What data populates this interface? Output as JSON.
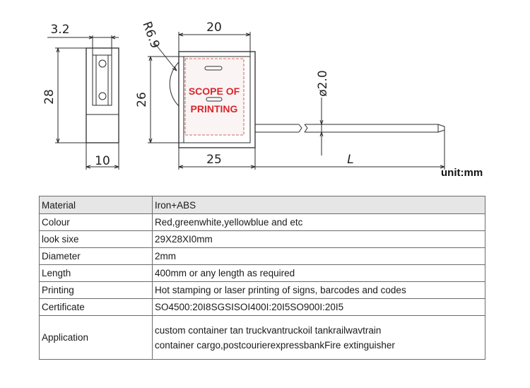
{
  "drawing": {
    "dims": {
      "pin_width": "3.2",
      "radius": "R6.9",
      "top_width": "20",
      "height_left": "28",
      "height_front": "26",
      "diameter": "ø2.0",
      "depth": "10",
      "body_width": "25",
      "length": "L"
    },
    "scope_line1": "SCOPE OF",
    "scope_line2": "PRINTING",
    "unit": "unit:mm",
    "colors": {
      "scope_text": "#d8262c",
      "scope_border": "#c0392b",
      "line": "#2b2b2b"
    }
  },
  "table": {
    "rows": [
      {
        "label": "Material",
        "value": "Iron+ABS"
      },
      {
        "label": "Colour",
        "value": "Red,greenwhite,yellowblue and etc"
      },
      {
        "label": "look sixe",
        "value": "29X28XI0mm"
      },
      {
        "label": "Diameter",
        "value": "2mm"
      },
      {
        "label": "Length",
        "value": "400mm or any length as required"
      },
      {
        "label": "Printing",
        "value": "Hot stamping or laser printing of signs, barcodes and codes"
      },
      {
        "label": "Certificate",
        "value": "SO4500:20I8SGSISOI400I:20I5SO900I:20I5"
      }
    ],
    "application": {
      "label": "Application",
      "line1": "custom container tan truckvantruckoil tankrailwavtrain",
      "line2": "container cargo,postcourierexpressbankFire extinguisher"
    }
  }
}
